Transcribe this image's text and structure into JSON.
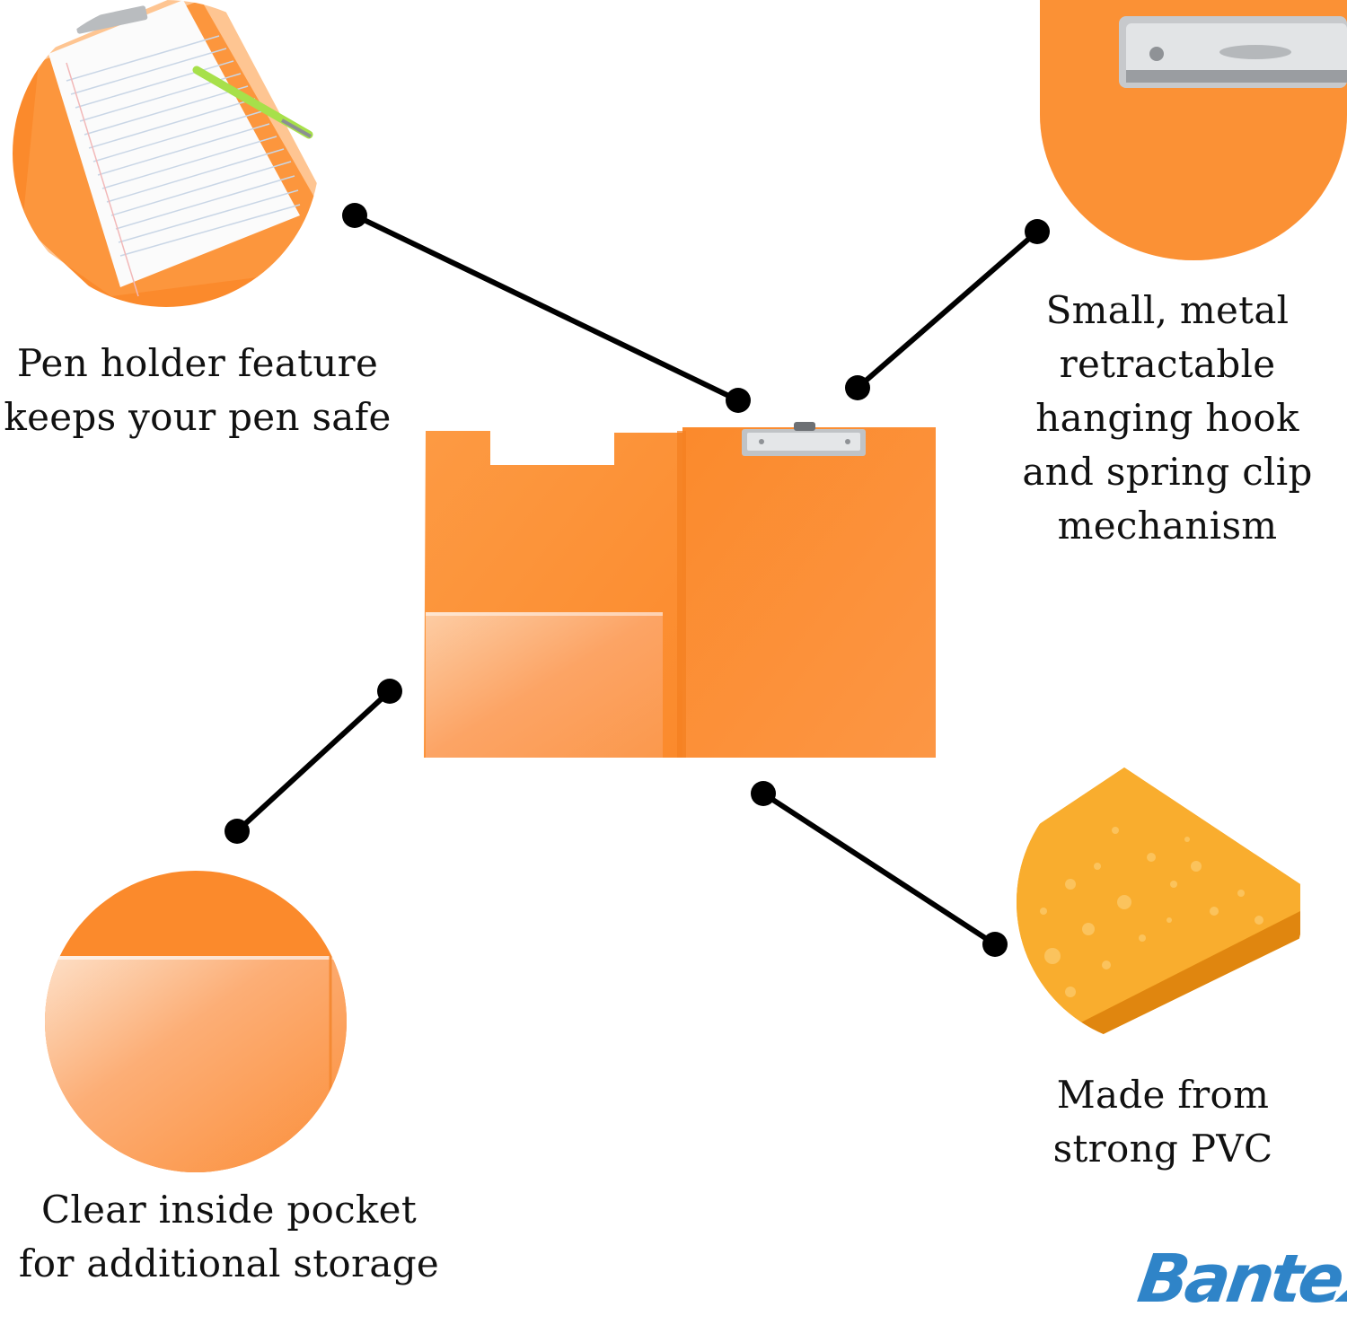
{
  "features": {
    "pen_holder": {
      "lines": [
        "Pen holder feature",
        "keeps your pen safe"
      ]
    },
    "clip": {
      "lines": [
        "Small, metal",
        "retractable",
        "hanging hook",
        "and spring clip",
        "mechanism"
      ]
    },
    "pocket": {
      "lines": [
        "Clear inside pocket",
        "for additional storage"
      ]
    },
    "pvc": {
      "lines": [
        "Made from",
        "strong PVC"
      ]
    }
  },
  "brand": {
    "logo_text": "Bantex"
  },
  "colors": {
    "product_orange": "#fb8a2c",
    "product_orange_light": "#fd9e49",
    "connector": "#000000",
    "brand_blue": "#2f84c8"
  }
}
